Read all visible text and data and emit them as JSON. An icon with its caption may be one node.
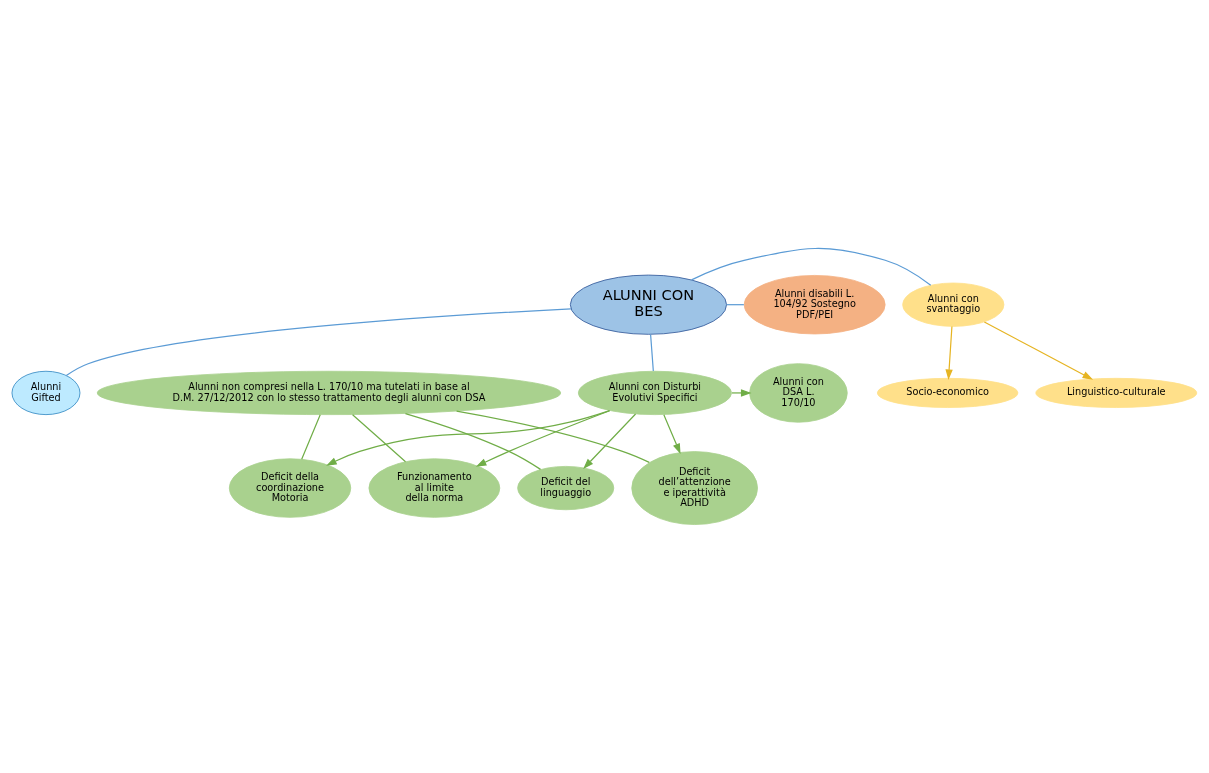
{
  "diagram": {
    "nodes": [
      {
        "text": [
          "ALUNNI CON BES"
        ]
      },
      {
        "text": [
          "Alunni disabili L. 104/92 Sostegno PDF/PEI"
        ]
      },
      {
        "text": [
          "Alunni con svantaggio"
        ]
      },
      {
        "text": [
          "Socio-economico"
        ]
      },
      {
        "text": [
          "Alunni Gifted"
        ]
      },
      {
        "text": [
          "Linguistico-culturale"
        ]
      },
      {
        "text": [
          "Alunni con Disturbi Evolutivi Specifici"
        ]
      },
      {
        "text": [
          "Alunni con DSA L. 170/10"
        ]
      },
      {
        "text": [
          "Deficit del linguaggio"
        ]
      },
      {
        "text": [
          "Deficit dell’attenzione e iperattività ADHD"
        ]
      },
      {
        "text": [
          "Deficit della coordinazione Motoria"
        ]
      },
      {
        "text": [
          "Funzionamento al limite della norma"
        ]
      },
      {
        "text": [
          "Alunni non compresi nella L. 170/10 ma tutelati in base al D.M. 27/12/2012 con lo stesso trattamento degli alunni con DSA"
        ]
      }
    ],
    "edges": [
      {
        "from": 0,
        "to": 1,
        "arrow": "none",
        "color": "#5b9bd5"
      },
      {
        "from": 0,
        "to": 2,
        "arrow": "none",
        "color": "#5b9bd5"
      },
      {
        "from": 0,
        "to": 4,
        "arrow": "none",
        "color": "#5b9bd5"
      },
      {
        "from": 0,
        "to": 6,
        "arrow": "none",
        "color": "#5b9bd5"
      },
      {
        "from": 2,
        "to": 3,
        "arrow": "to",
        "color": "#e6b422"
      },
      {
        "from": 2,
        "to": 5,
        "arrow": "to",
        "color": "#e6b422"
      },
      {
        "from": 6,
        "to": 7,
        "arrow": "to"
      },
      {
        "from": 6,
        "to": 8,
        "arrow": "to"
      },
      {
        "from": 6,
        "to": 9,
        "arrow": "to"
      },
      {
        "from": 6,
        "to": 10,
        "arrow": "to"
      },
      {
        "from": 6,
        "to": 11,
        "arrow": "to"
      },
      {
        "from": 12,
        "to": 8,
        "arrow": "none"
      },
      {
        "from": 12,
        "to": 9,
        "arrow": "none"
      },
      {
        "from": 12,
        "to": 10,
        "arrow": "none"
      },
      {
        "from": 12,
        "to": 11,
        "arrow": "none"
      }
    ]
  }
}
